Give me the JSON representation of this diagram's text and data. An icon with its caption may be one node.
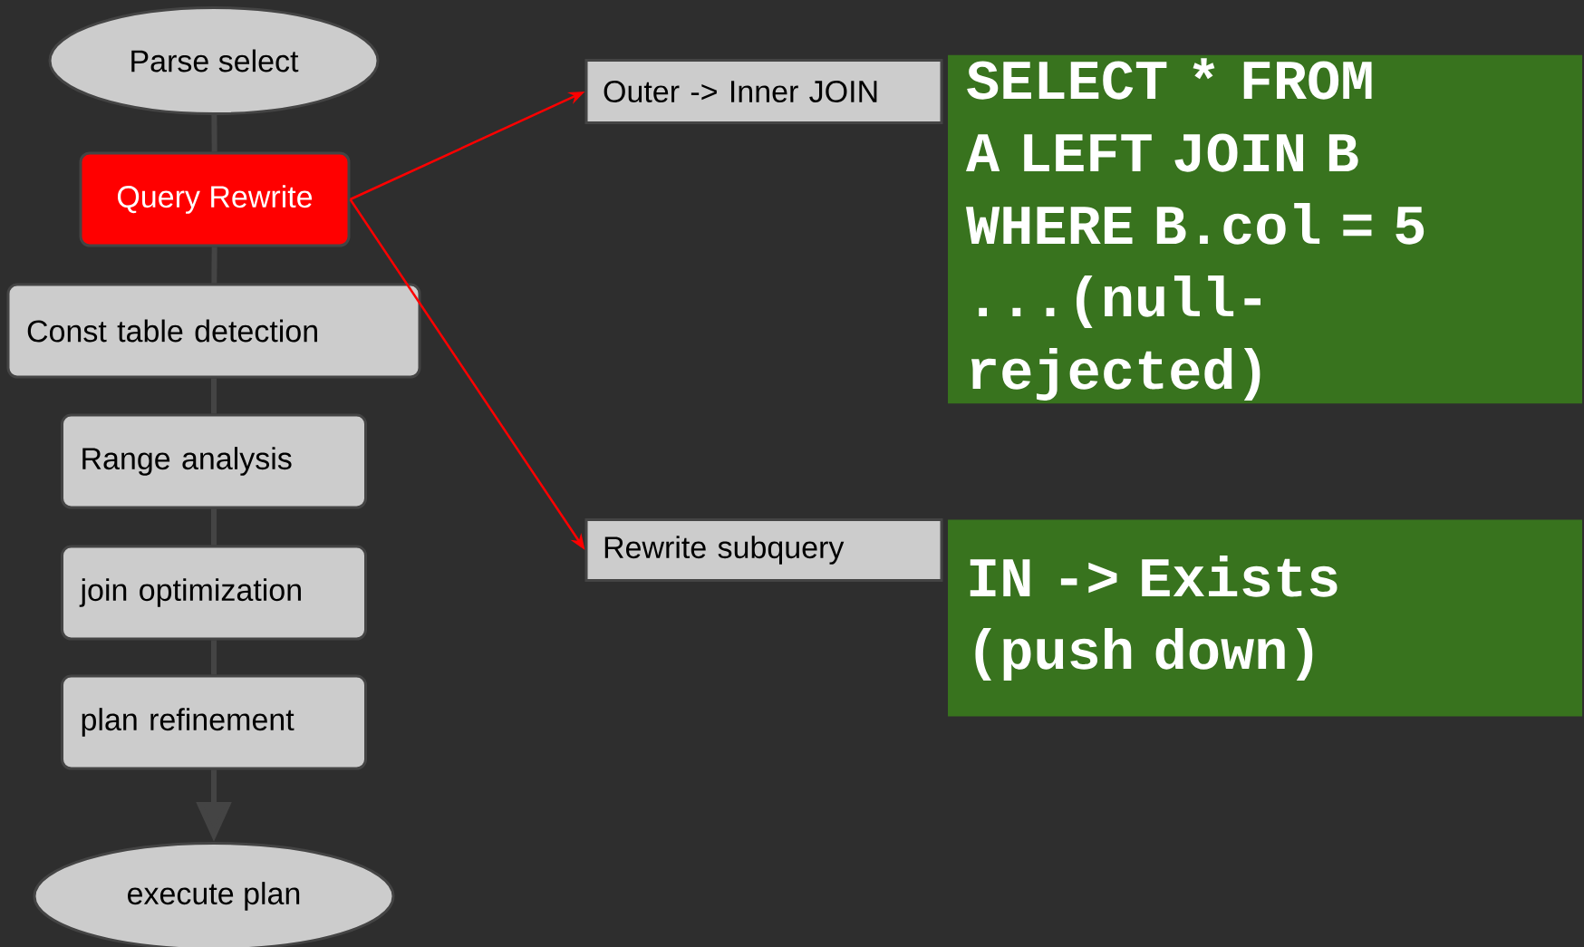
{
  "diagram": {
    "nodes": [
      {
        "text": [
          "Parse select"
        ]
      },
      {
        "text": [
          "Query Rewrite"
        ]
      },
      {
        "text": [
          "Const table detection"
        ]
      },
      {
        "text": [
          "Range analysis"
        ]
      },
      {
        "text": [
          "join optimization"
        ]
      },
      {
        "text": [
          "plan refinement"
        ]
      },
      {
        "text": [
          "execute plan"
        ]
      },
      {
        "text": [
          "Outer -> Inner JOIN"
        ]
      },
      {
        "text": [
          "SELECT * FROM",
          "A LEFT JOIN B",
          "WHERE B.col = 5",
          "...(null-rejected)"
        ]
      },
      {
        "text": [
          "Rewrite subquery"
        ]
      },
      {
        "text": [
          "IN -> Exists",
          "(push down)"
        ]
      }
    ],
    "edges": [
      {
        "from": 0,
        "to": 1,
        "arrow": "none"
      },
      {
        "from": 1,
        "to": 2,
        "arrow": "none"
      },
      {
        "from": 2,
        "to": 3,
        "arrow": "none"
      },
      {
        "from": 3,
        "to": 4,
        "arrow": "none"
      },
      {
        "from": 4,
        "to": 5,
        "arrow": "none"
      },
      {
        "from": 5,
        "to": 6,
        "arrow": "to"
      },
      {
        "from": 1,
        "to": 7,
        "arrow": "to",
        "color": "#ff0000"
      },
      {
        "from": 1,
        "to": 9,
        "arrow": "to",
        "color": "#ff0000"
      }
    ]
  }
}
